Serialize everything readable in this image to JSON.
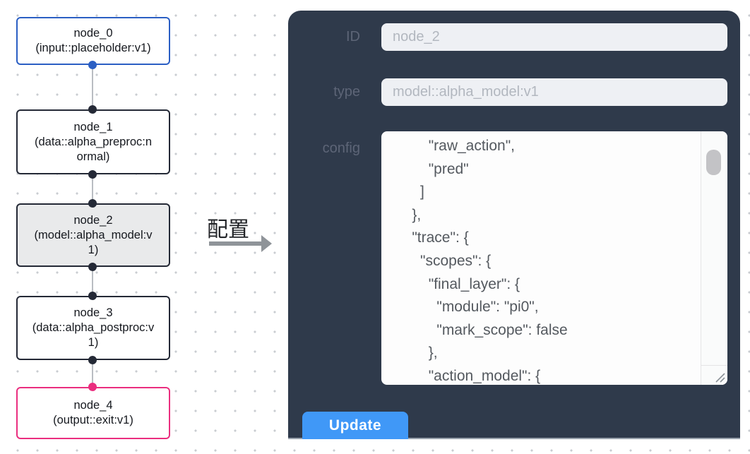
{
  "canvas": {
    "nodes": [
      {
        "id": "node_0",
        "type_label": "(input::placeholder:v1)",
        "state": "input"
      },
      {
        "id": "node_1",
        "type_label": "(data::alpha_preproc:normal)",
        "state": "default"
      },
      {
        "id": "node_2",
        "type_label": "(model::alpha_model:v1)",
        "state": "selected"
      },
      {
        "id": "node_3",
        "type_label": "(data::alpha_postproc:v1)",
        "state": "default"
      },
      {
        "id": "node_4",
        "type_label": "(output::exit:v1)",
        "state": "output"
      }
    ]
  },
  "arrow": {
    "label": "配置"
  },
  "panel": {
    "fields": [
      {
        "label": "ID",
        "value": "node_2"
      },
      {
        "label": "type",
        "value": "model::alpha_model:v1"
      }
    ],
    "config_label": "config",
    "config_text": "        \"raw_action\",\n        \"pred\"\n      ]\n    },\n    \"trace\": {\n      \"scopes\": {\n        \"final_layer\": {\n          \"module\": \"pi0\",\n          \"mark_scope\": false\n        },\n        \"action_model\": {",
    "update_label": "Update"
  },
  "colors": {
    "panel_bg": "#2f3a4b",
    "input_node_border": "#2b5fc4",
    "default_node_border": "#242936",
    "output_node_border": "#ea2e7f",
    "selected_node_bg": "#e9eaeb",
    "update_button": "#4098f7",
    "edge": "#b9bdc2"
  }
}
